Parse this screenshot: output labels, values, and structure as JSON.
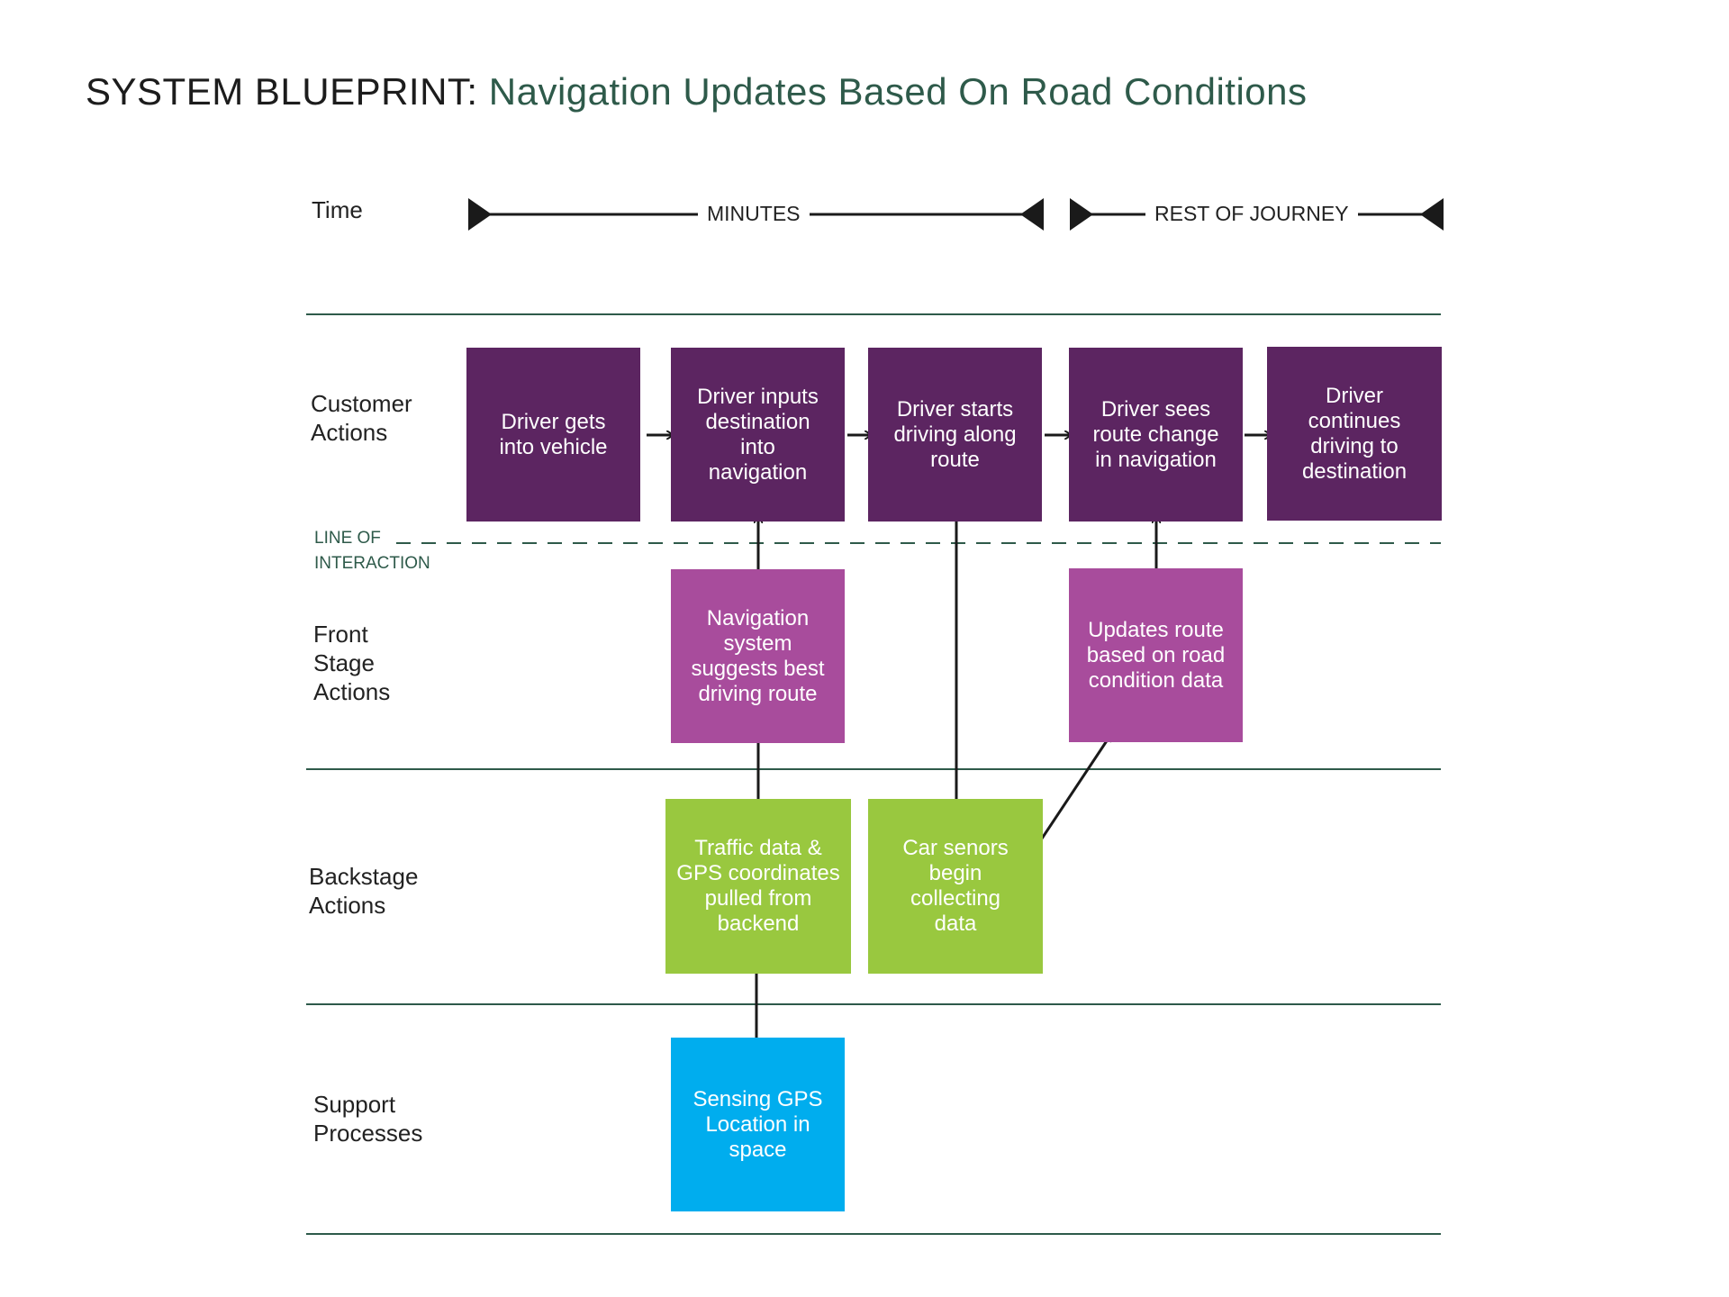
{
  "title": {
    "prefix": "SYSTEM BLUEPRINT:",
    "main": "Navigation Updates Based On Road Conditions"
  },
  "lanes": {
    "time": "Time",
    "customer": "Customer\nActions",
    "front": "Front\nStage\nActions",
    "back": "Backstage\nActions",
    "support": "Support\nProcesses"
  },
  "line_of_interaction": "LINE OF\nINTERACTION",
  "timeline": {
    "minutes": "MINUTES",
    "rest": "REST OF JOURNEY"
  },
  "boxes": {
    "customer_1": "Driver gets into vehicle",
    "customer_2": "Driver inputs destination into navigation",
    "customer_3": "Driver starts driving along route",
    "customer_4": "Driver sees route change in navigation",
    "customer_5": "Driver continues driving to destination",
    "front_1": "Navigation system suggests best driving route",
    "front_2": "Updates route based on road condition data",
    "back_1": "Traffic data & GPS coordinates pulled from backend",
    "back_2": "Car senors begin collecting data",
    "support_1": "Sensing GPS Location in space"
  },
  "colors": {
    "customer": "#5c2561",
    "front_stage": "#a84c9c",
    "backstage": "#99c83f",
    "support": "#00adee",
    "lines": "#2e5a4a",
    "arrows": "#1a1a1a"
  }
}
